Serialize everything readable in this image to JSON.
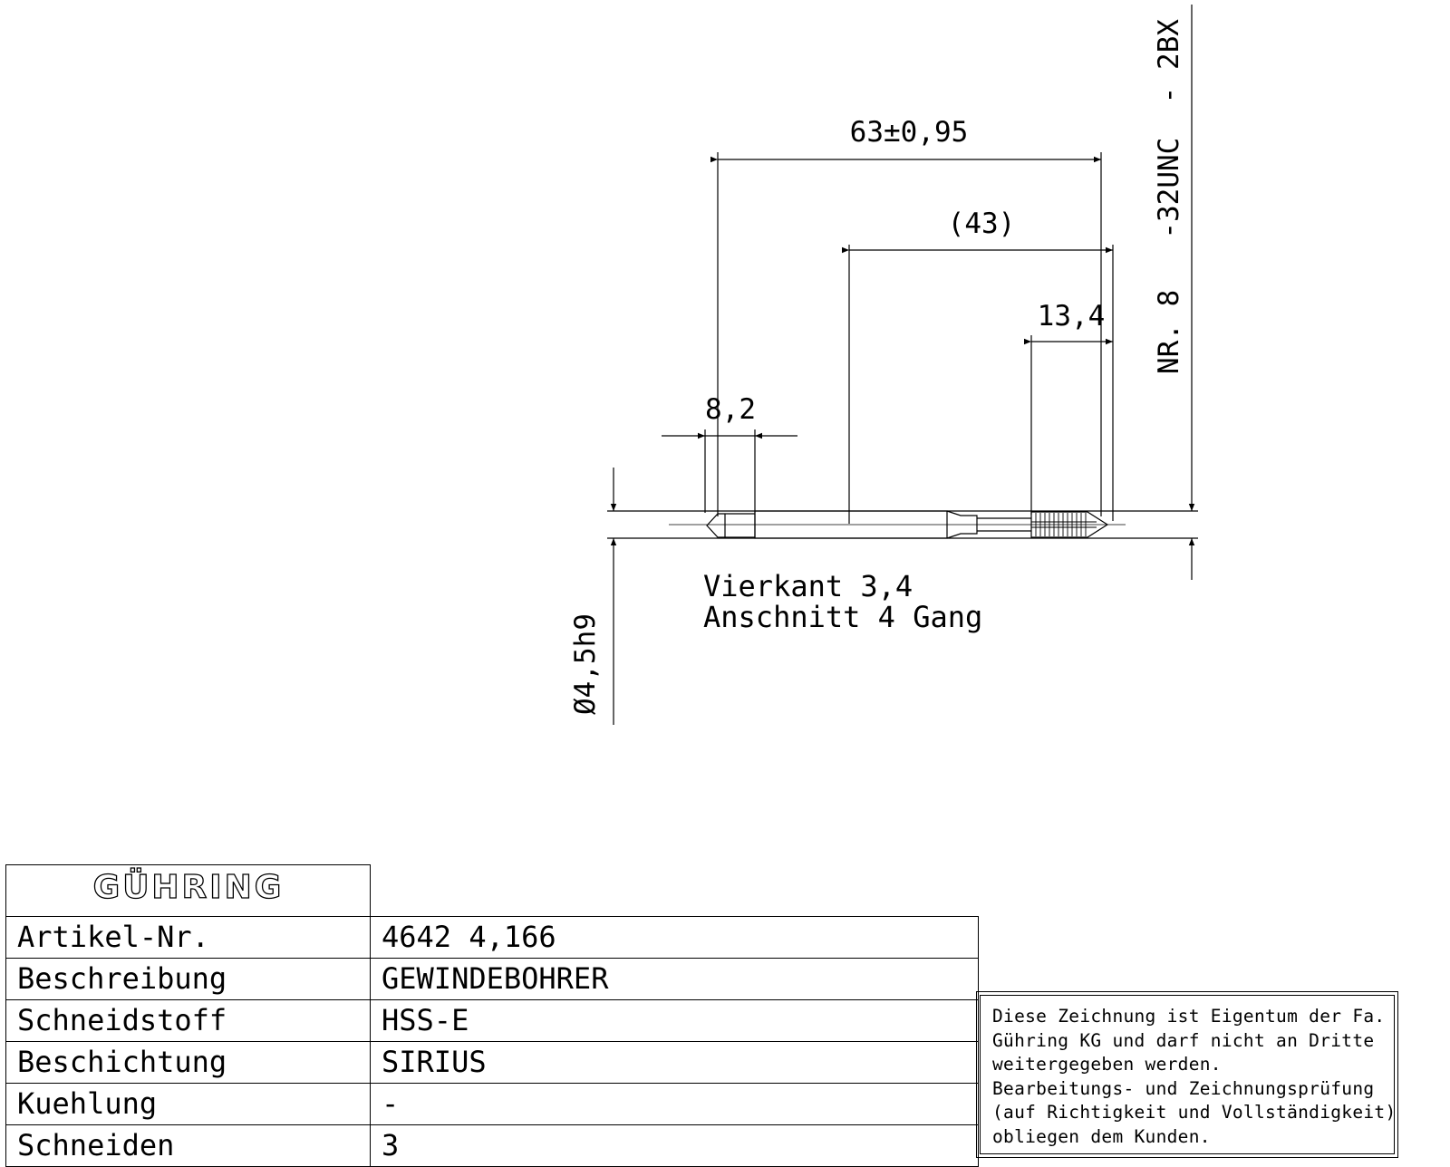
{
  "dimensions": {
    "overall_length": "63±0,95",
    "shank_length": "(43)",
    "thread_length": "13,4",
    "square_length": "8,2",
    "diameter": "Ø4,5h9",
    "thread_spec": "NR. 8   -32UNC  - 2BX"
  },
  "notes": {
    "square": "Vierkant 3,4",
    "chamfer": "Anschnitt 4 Gang"
  },
  "title_block": {
    "logo": "GÜHRING",
    "rows": [
      {
        "label": "Artikel-Nr.",
        "value": "4642 4,166"
      },
      {
        "label": "Beschreibung",
        "value": "GEWINDEBOHRER"
      },
      {
        "label": "Schneidstoff",
        "value": "HSS-E"
      },
      {
        "label": "Beschichtung",
        "value": "SIRIUS"
      },
      {
        "label": "Kuehlung",
        "value": "-"
      },
      {
        "label": "Schneiden",
        "value": "3"
      }
    ]
  },
  "disclaimer": [
    "Diese Zeichnung ist Eigentum der Fa.",
    "Gühring KG und darf nicht an Dritte",
    "weitergegeben werden.",
    "Bearbeitungs- und Zeichnungsprüfung",
    "(auf Richtigkeit und Vollständigkeit)",
    "obliegen dem Kunden."
  ]
}
